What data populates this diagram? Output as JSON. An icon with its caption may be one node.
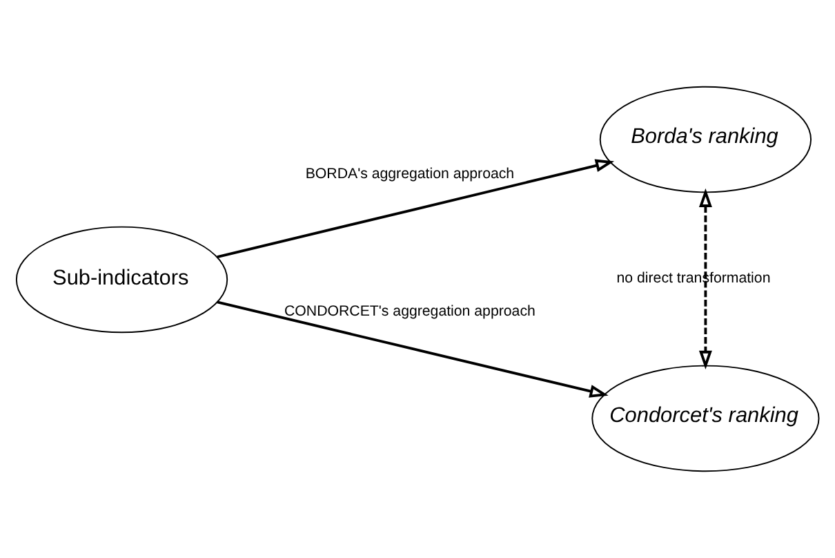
{
  "diagram": {
    "nodes": [
      {
        "text": [
          "Sub-indicators"
        ]
      },
      {
        "text": [
          "Borda's ranking"
        ]
      },
      {
        "text": [
          "Condorcet's ranking"
        ]
      }
    ],
    "edges": [
      {
        "from": 0,
        "to": 1,
        "arrow": "to",
        "label": "BORDA's aggregation approach"
      },
      {
        "from": 0,
        "to": 2,
        "arrow": "to",
        "label": "CONDORCET's aggregation approach"
      },
      {
        "from": 1,
        "to": 2,
        "arrow": "both",
        "label": "no direct transformation",
        "style": "dashed"
      }
    ]
  }
}
